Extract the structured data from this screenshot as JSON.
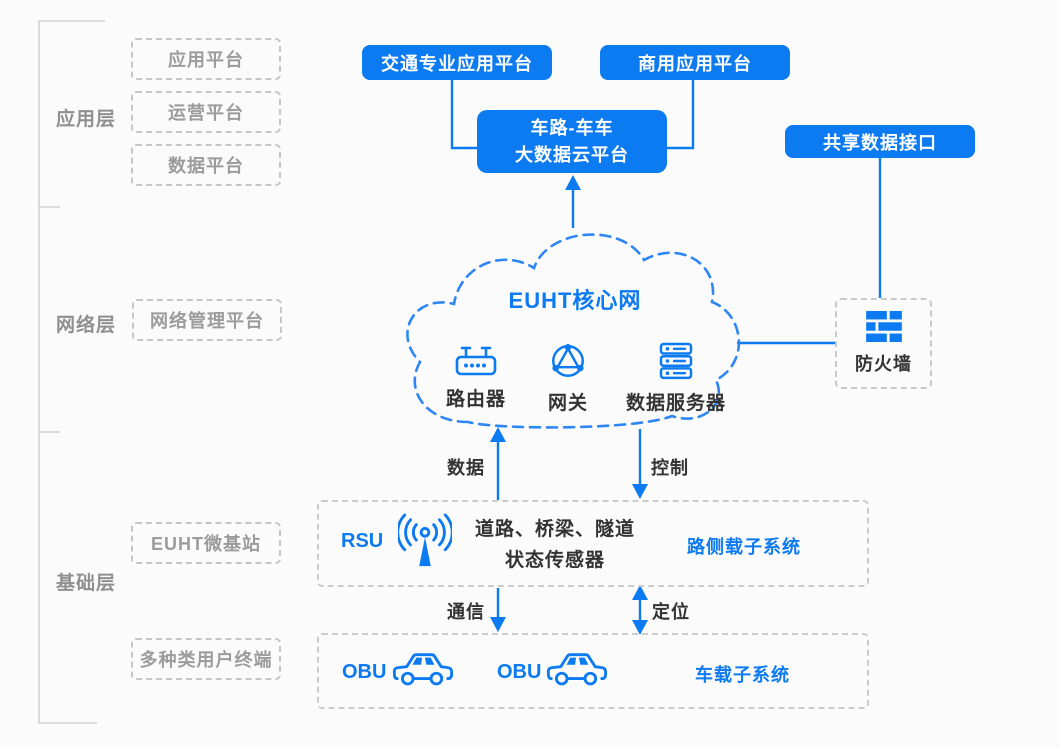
{
  "colors": {
    "primary": "#0c7af0",
    "cloud_stroke": "#2e85f4",
    "gray_text": "#9c9c9c",
    "dark_text": "#333333"
  },
  "layers": [
    {
      "label": "应用层"
    },
    {
      "label": "网络层"
    },
    {
      "label": "基础层"
    }
  ],
  "app_layer_boxes": [
    {
      "label": "应用平台"
    },
    {
      "label": "运营平台"
    },
    {
      "label": "数据平台"
    }
  ],
  "network_layer_boxes": [
    {
      "label": "网络管理平台"
    }
  ],
  "base_layer_boxes": [
    {
      "label": "EUHT微基站"
    },
    {
      "label": "多种类用户终端"
    }
  ],
  "top_platforms": {
    "traffic": "交通专业应用平台",
    "commercial": "商用应用平台",
    "cloud_line1": "车路-车车",
    "cloud_line2": "大数据云平台",
    "shared_interface": "共享数据接口"
  },
  "core_network": {
    "title": "EUHT核心网",
    "nodes": [
      {
        "icon": "router-icon",
        "label": "路由器"
      },
      {
        "icon": "gateway-icon",
        "label": "网关"
      },
      {
        "icon": "server-icon",
        "label": "数据服务器"
      }
    ]
  },
  "firewall": {
    "label": "防火墙",
    "icon": "firewall-brick-icon"
  },
  "flows": {
    "data": "数据",
    "control": "控制",
    "communication": "通信",
    "positioning": "定位"
  },
  "roadside_subsystem": {
    "rsu": "RSU",
    "sensors_line1": "道路、桥梁、隧道",
    "sensors_line2": "状态传感器",
    "title": "路侧载子系统"
  },
  "vehicle_subsystem": {
    "obu_1": "OBU",
    "obu_2": "OBU",
    "title": "车载子系统"
  }
}
